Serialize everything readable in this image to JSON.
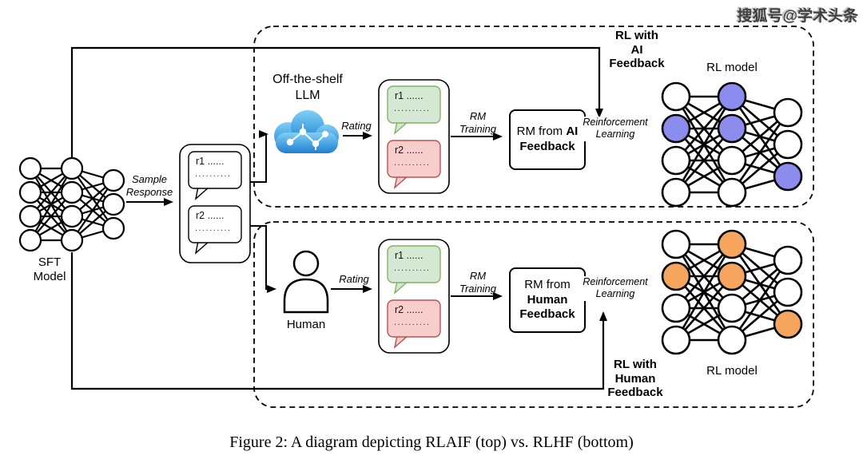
{
  "watermark": {
    "text": "搜狐号@学术头条"
  },
  "caption": "Figure 2: A diagram depicting RLAIF (top) vs. RLHF (bottom)",
  "colors": {
    "ai_node": "#8c8cee",
    "human_node": "#f6a55e",
    "green_fill": "#d5e8d4",
    "green_stroke": "#82b366",
    "red_fill": "#f8cecc",
    "red_stroke": "#b85450",
    "cloud_light": "#7fd0f7",
    "cloud_dark": "#1f7fd0"
  },
  "sft": {
    "label": "SFT\nModel"
  },
  "response": {
    "sample_response": "Sample\nResponse",
    "r1": {
      "title": "r1 ......",
      "dots": ".........."
    },
    "r2": {
      "title": "r2 ......",
      "dots": ".........."
    }
  },
  "top_path": {
    "llm_label": "Off-the-shelf\nLLM",
    "rating": "Rating",
    "rm_training": "RM\nTraining",
    "rm_box": {
      "normal": "RM from ",
      "bold": "AI Feedback"
    },
    "reinforcement": "Reinforcement\nLearning",
    "rl_with": "RL with\nAI\nFeedback",
    "rl_model": "RL model",
    "r1": {
      "title": "r1 ......",
      "dots": ".........."
    },
    "r2": {
      "title": "r2 ......",
      "dots": ".........."
    }
  },
  "bottom_path": {
    "human_label": "Human",
    "rating": "Rating",
    "rm_training": "RM\nTraining",
    "rm_box": {
      "normal": "RM from ",
      "bold": "Human Feedback"
    },
    "reinforcement": "Reinforcement\nLearning",
    "rl_with": "RL with\nHuman\nFeedback",
    "rl_model": "RL model",
    "r1": {
      "title": "r1 ......",
      "dots": ".........."
    },
    "r2": {
      "title": "r2 ......",
      "dots": ".........."
    }
  }
}
